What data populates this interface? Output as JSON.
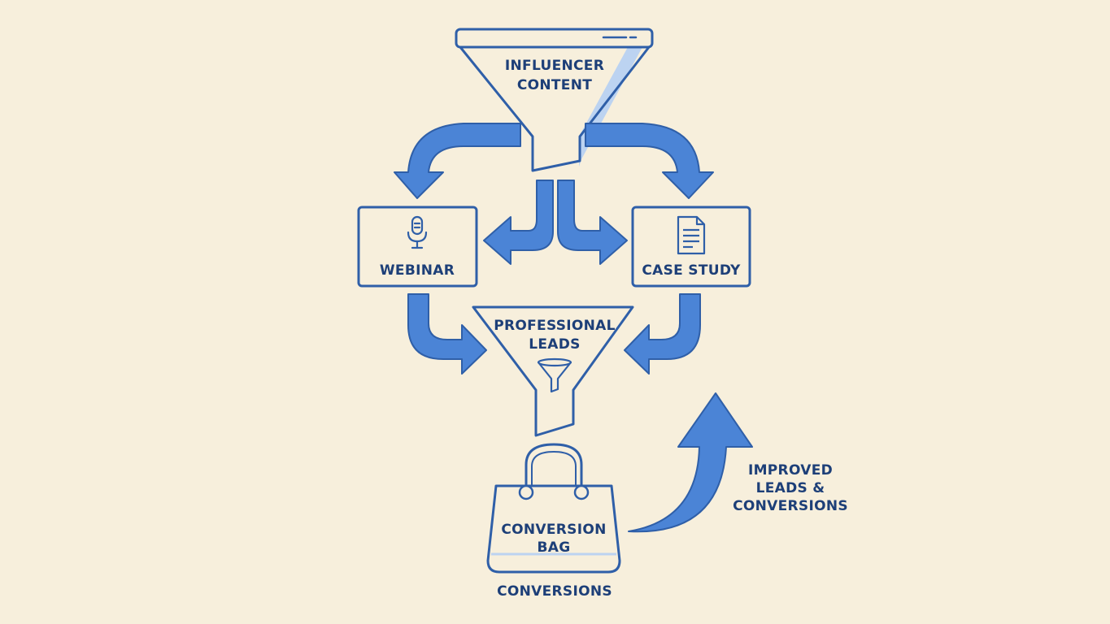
{
  "nodes": {
    "influencer": {
      "line1": "INFLUENCER",
      "line2": "CONTENT"
    },
    "webinar": {
      "label": "WEBINAR",
      "icon": "microphone-icon"
    },
    "case_study": {
      "label": "CASE STUDY",
      "icon": "document-icon"
    },
    "professional": {
      "line1": "PROFESSIONAL",
      "line2": "LEADS",
      "icon": "funnel-icon"
    },
    "conversion_bag": {
      "line1": "CONVERSION",
      "line2": "BAG",
      "caption": "CONVERSIONS",
      "icon": "shopping-bag-icon"
    },
    "improved": {
      "line1": "IMPROVED",
      "line2": "LEADS &",
      "line3": "CONVERSIONS"
    }
  },
  "colors": {
    "background": "#f7efdc",
    "stroke": "#2f5fa8",
    "arrow_fill": "#4b84d6",
    "arrow_stroke": "#2f5fa8",
    "text": "#1d3f78",
    "box_fill": "#f7efdc",
    "funnel_shade": "#bcd3f1"
  }
}
